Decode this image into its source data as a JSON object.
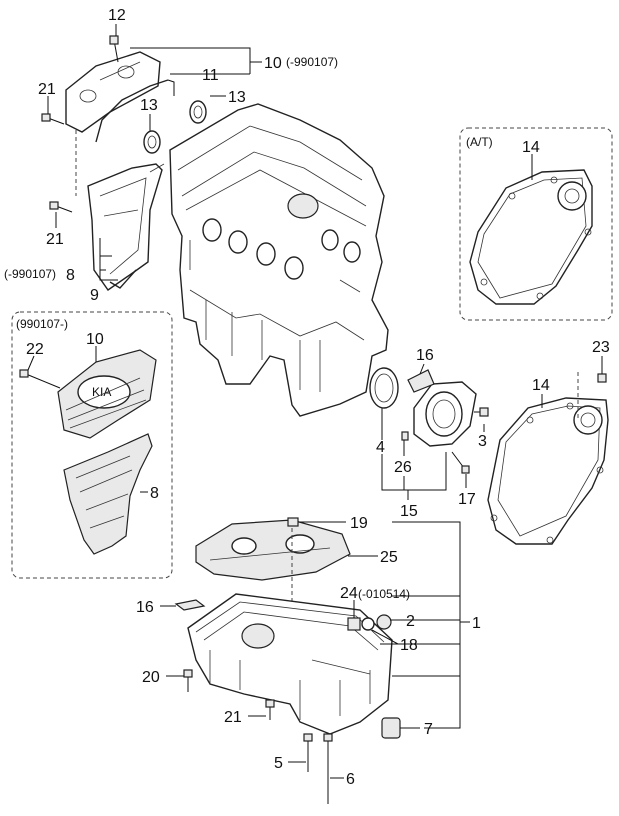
{
  "labels": {
    "n1": "1",
    "n2": "2",
    "n3": "3",
    "n4": "4",
    "n5": "5",
    "n6": "6",
    "n7": "7",
    "n8_top": "8",
    "n8_box": "8",
    "n9": "9",
    "n10_top": "10",
    "n10_top_note": "(-990107)",
    "n10_box": "10",
    "n11": "11",
    "n12": "12",
    "n13_left": "13",
    "n13_right": "13",
    "n14_at": "14",
    "n14": "14",
    "n15": "15",
    "n16_seal": "16",
    "n16_pan": "16",
    "n17": "17",
    "n18": "18",
    "n19": "19",
    "n20": "20",
    "n21_top": "21",
    "n21_mid": "21",
    "n21_bottom": "21",
    "n22": "22",
    "n23": "23",
    "n24": "24",
    "n24_note": "(-010514)",
    "n25": "25",
    "n26": "26",
    "note_990107_lower": "(-990107)",
    "box_at_title": "(A/T)",
    "box_990107_title": "(990107-)"
  },
  "colors": {
    "line": "#111111",
    "fill": "#ffffff",
    "shade": "#e9e9e9"
  }
}
